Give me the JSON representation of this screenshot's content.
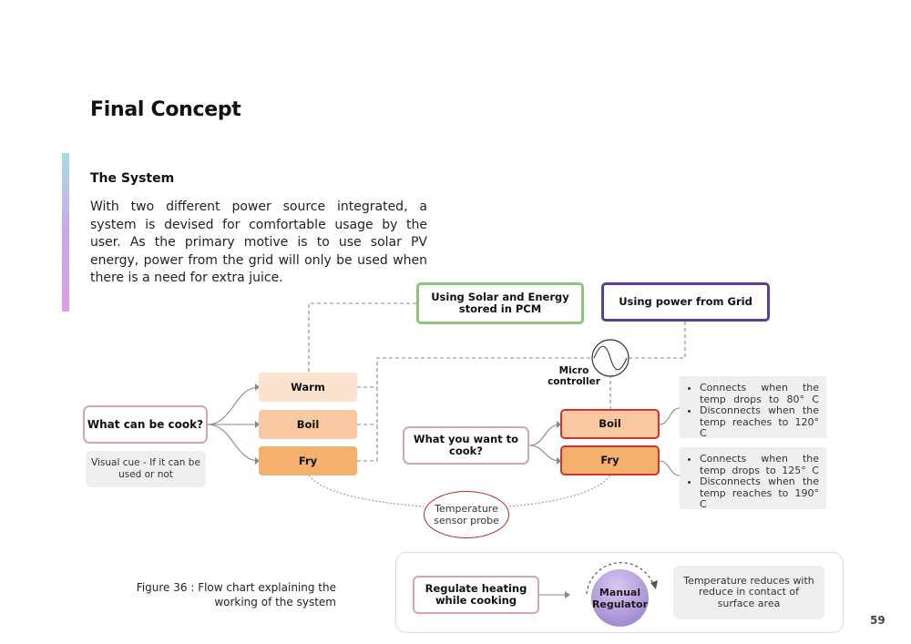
{
  "page": {
    "title": "Final Concept",
    "section_heading": "The System",
    "body": "With two different power source integrated, a system is devised for comfortable usage by the user. As the primary motive is to use solar PV energy, power from the grid will only be used when there is a need for extra juice.",
    "page_number": "59",
    "caption": "Figure 36 : Flow chart explaining the working of the system"
  },
  "diagram": {
    "solar": "Using Solar and Energy stored in PCM",
    "grid": "Using power from Grid",
    "micro": "Micro controller",
    "what_cook": "What can be cook?",
    "visual_cue": "Visual cue - If it can be used or not",
    "warm": "Warm",
    "boil": "Boil",
    "fry": "Fry",
    "what_want": "What you want to cook?",
    "boil2": "Boil",
    "fry2": "Fry",
    "probe": "Temperature sensor probe",
    "boil_info": [
      "Connects when the temp drops to 80° C",
      "Disconnects when the temp reaches to 120° C"
    ],
    "fry_info": [
      "Connects when the temp drops to 125° C",
      "Disconnects when the temp reaches to 190° C"
    ],
    "regulate": "Regulate heating while cooking",
    "manual": "Manual Regulator",
    "temp_reduce": "Temperature reduces with reduce in contact of surface area"
  },
  "colors": {
    "solar_border": "#8cc47a",
    "grid_border": "#5a3e98",
    "warm_fill": "#fbe3cf",
    "boil_fill": "#f8c9a0",
    "fry_fill": "#f4b06d",
    "selected_border": "#d0342c",
    "regulator_fill": "#a88fd4"
  }
}
